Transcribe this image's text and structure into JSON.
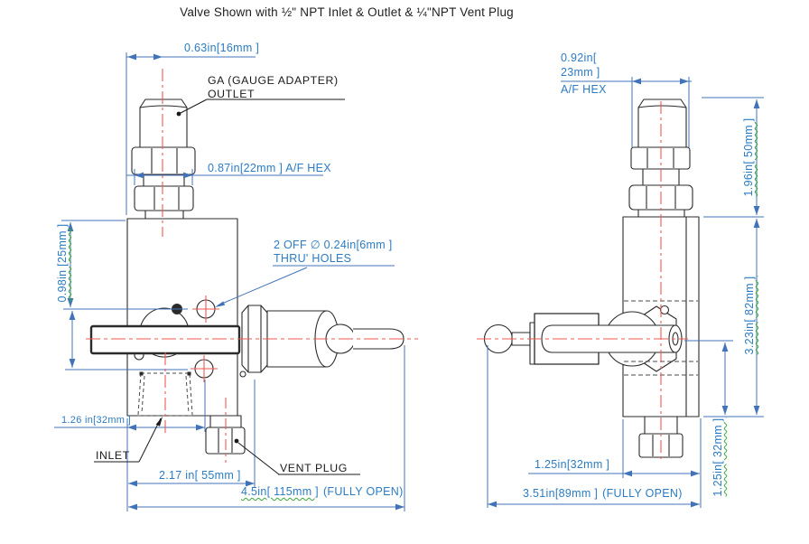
{
  "title": "Valve Shown with ½\" NPT Inlet & Outlet & ¼\"NPT Vent Plug",
  "left_view": {
    "labels": {
      "gauge_adapter": "GA (GAUGE ADAPTER)",
      "outlet": "OUTLET",
      "thru_holes_spec": "2 OFF ∅ 0.24in[6mm ]",
      "thru_holes": "THRU' HOLES",
      "inlet": "INLET",
      "vent_plug": "VENT PLUG"
    },
    "dims": {
      "outlet_offset": "0.63in[16mm ]",
      "outlet_hex_af": "0.87in[22mm ] A/F HEX",
      "top_to_hole": "0.98in [25mm ]",
      "inlet_offset": "1.26 in[32mm ]",
      "body_width": "2.17 in[ 55mm ]",
      "fully_open": "4.5in[ 115mm ]",
      "fully_open_note": "(FULLY OPEN)"
    }
  },
  "right_view": {
    "dims": {
      "cap_hex_af_1": "0.92in[",
      "cap_hex_af_2": "23mm ]",
      "cap_hex_af_3": "A/F HEX",
      "top_height": "1.96in[ 50mm ]",
      "body_height": "3.23in[ 82mm ]",
      "center_to_base": "1.25in[ 32mm ]",
      "vent_offset": "1.25in[32mm ]",
      "fully_open": "3.51in[89mm ]",
      "fully_open_note": "(FULLY OPEN)"
    }
  },
  "colors": {
    "dimension_line": "#4273b8",
    "dimension_text": "#2b7cc4",
    "centerline": "#f05a52",
    "outline": "#2b2b2b",
    "label_text": "#1a1a1a",
    "spellcheck_squiggle": "#3aa83a"
  }
}
